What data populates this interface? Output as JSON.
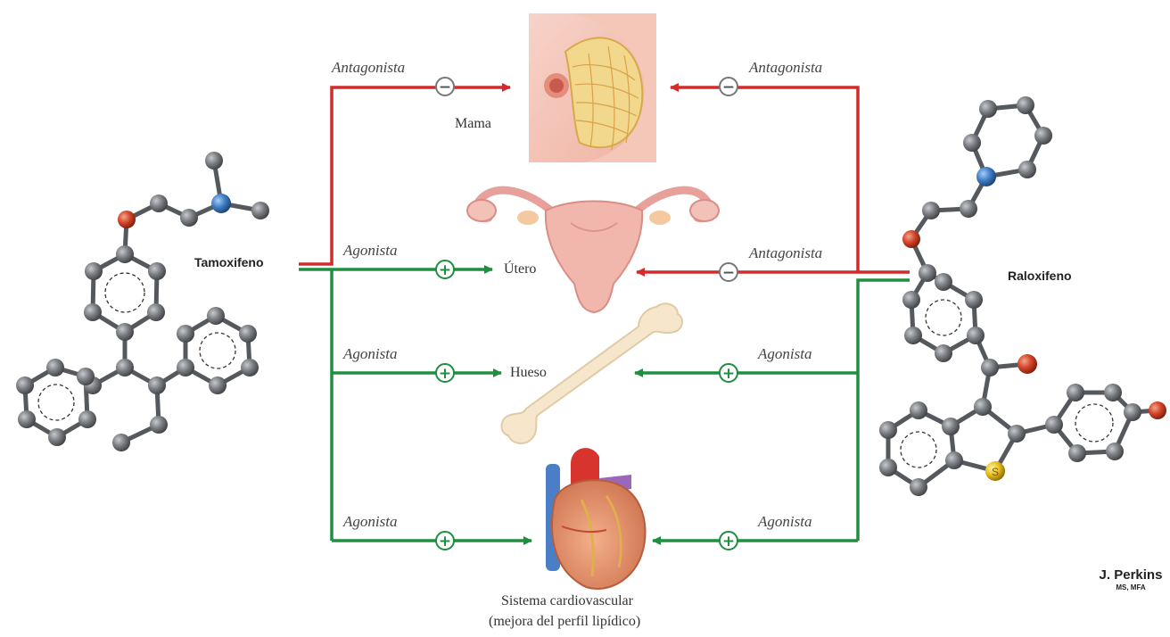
{
  "drugs": {
    "left": "Tamoxifeno",
    "right": "Raloxifeno"
  },
  "organs": {
    "breast": "Mama",
    "uterus": "Útero",
    "bone": "Hueso",
    "cardio_line1": "Sistema cardiovascular",
    "cardio_line2": "(mejora del perfil lipídico)"
  },
  "effects": {
    "tamoxifen": {
      "breast": {
        "role": "Antagonista",
        "sign": "−"
      },
      "uterus": {
        "role": "Agonista",
        "sign": "+"
      },
      "bone": {
        "role": "Agonista",
        "sign": "+"
      },
      "cardio": {
        "role": "Agonista",
        "sign": "+"
      }
    },
    "raloxifene": {
      "breast": {
        "role": "Antagonista",
        "sign": "−"
      },
      "uterus": {
        "role": "Antagonista",
        "sign": "−"
      },
      "bone": {
        "role": "Agonista",
        "sign": "+"
      },
      "cardio": {
        "role": "Agonista",
        "sign": "+"
      }
    }
  },
  "signature": {
    "name": "J. Perkins",
    "credentials": "MS, MFA"
  },
  "colors": {
    "antagonist": "#d42a2a",
    "agonist": "#1f8f3f",
    "carbon": "#6b6e72",
    "oxygen": "#d6452a",
    "nitrogen": "#3f7fc8",
    "sulfur": "#e8c020"
  }
}
